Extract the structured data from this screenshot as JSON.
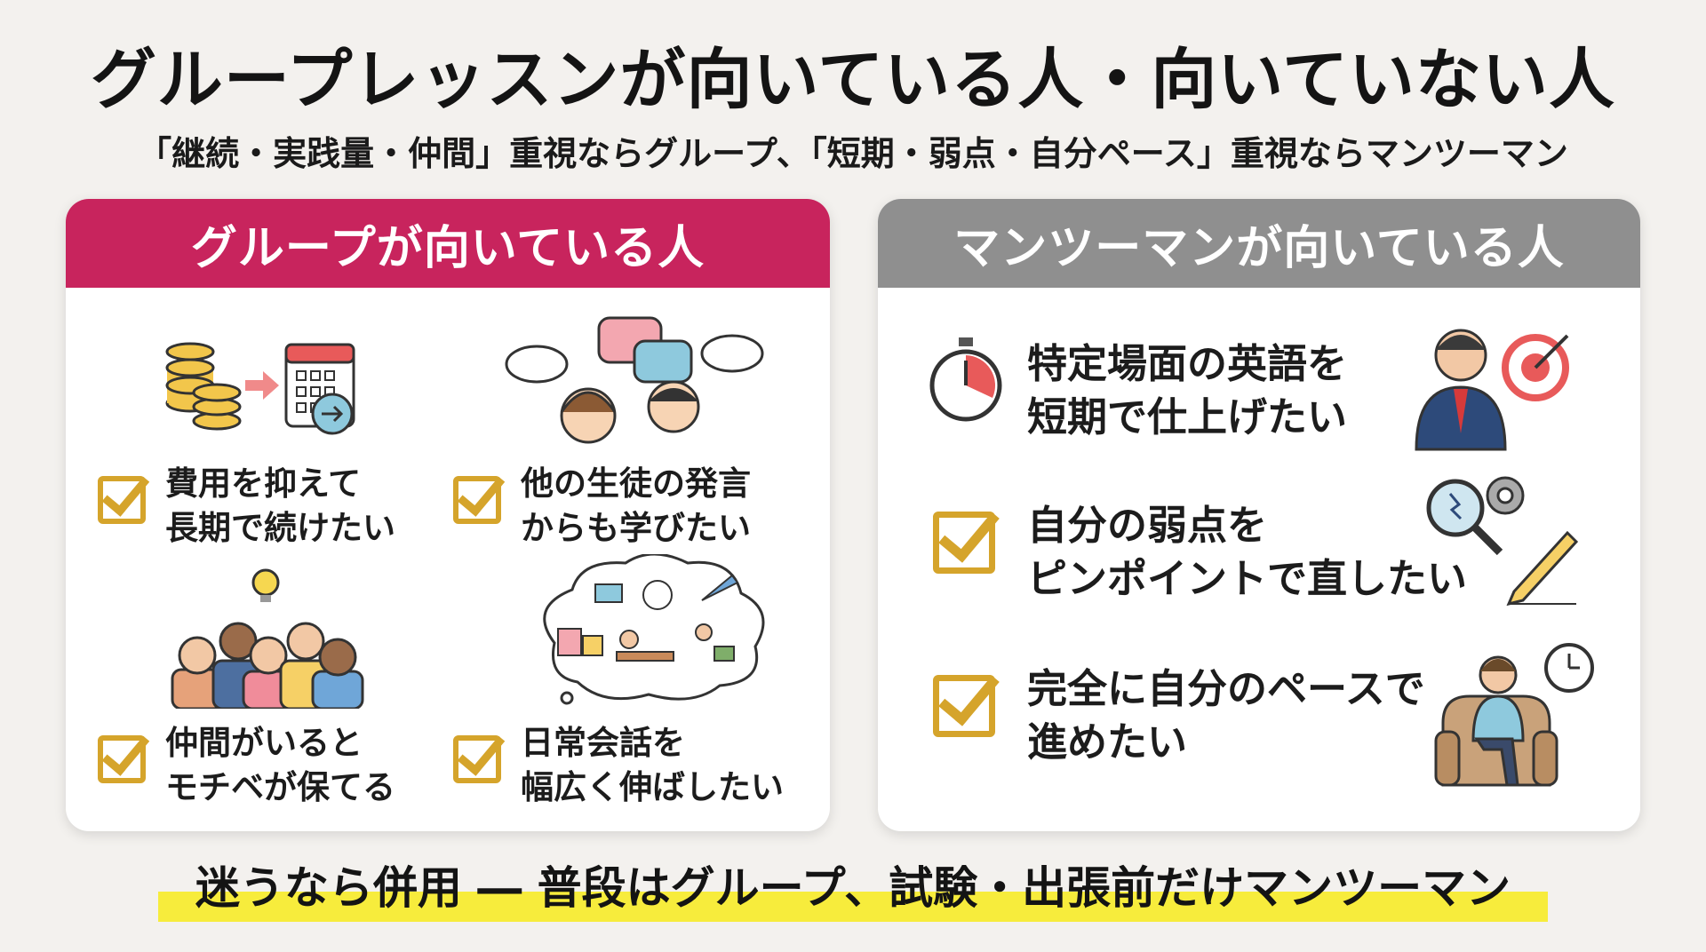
{
  "title": "グループレッスンが向いている人・向いていない人",
  "subtitle": "「継続・実践量・仲間」重視ならグループ、「短期・弱点・自分ペース」重視ならマンツーマン",
  "left_card": {
    "header": "グループが向いている人",
    "items": [
      {
        "line1": "費用を抑えて",
        "line2": "長期で続けたい"
      },
      {
        "line1": "他の生徒の発言",
        "line2": "からも学びたい"
      },
      {
        "line1": "仲間がいると",
        "line2": "モチベが保てる"
      },
      {
        "line1": "日常会話を",
        "line2": "幅広く伸ばしたい"
      }
    ]
  },
  "right_card": {
    "header": "マンツーマンが向いている人",
    "items": [
      {
        "line1": "特定場面の英語を",
        "line2": "短期で仕上げたい"
      },
      {
        "line1": "自分の弱点を",
        "line2": "ピンポイントで直したい"
      },
      {
        "line1": "完全に自分のペースで",
        "line2": "進めたい"
      }
    ]
  },
  "footer": "迷うなら併用 ― 普段はグループ、試験・出張前だけマンツーマン",
  "colors": {
    "group_accent": "#c8245d",
    "one_on_one_accent": "#8f8f8f",
    "check": "#d5a42b",
    "highlight": "#f7ec3c"
  },
  "icons": [
    "coins-calendar-icon",
    "chat-bubbles-people-icon",
    "group-lightbulb-icon",
    "thought-cloud-daily-life-icon",
    "stopwatch-icon",
    "businessman-target-icon",
    "magnifier-gear-pencil-icon",
    "armchair-clock-icon"
  ]
}
